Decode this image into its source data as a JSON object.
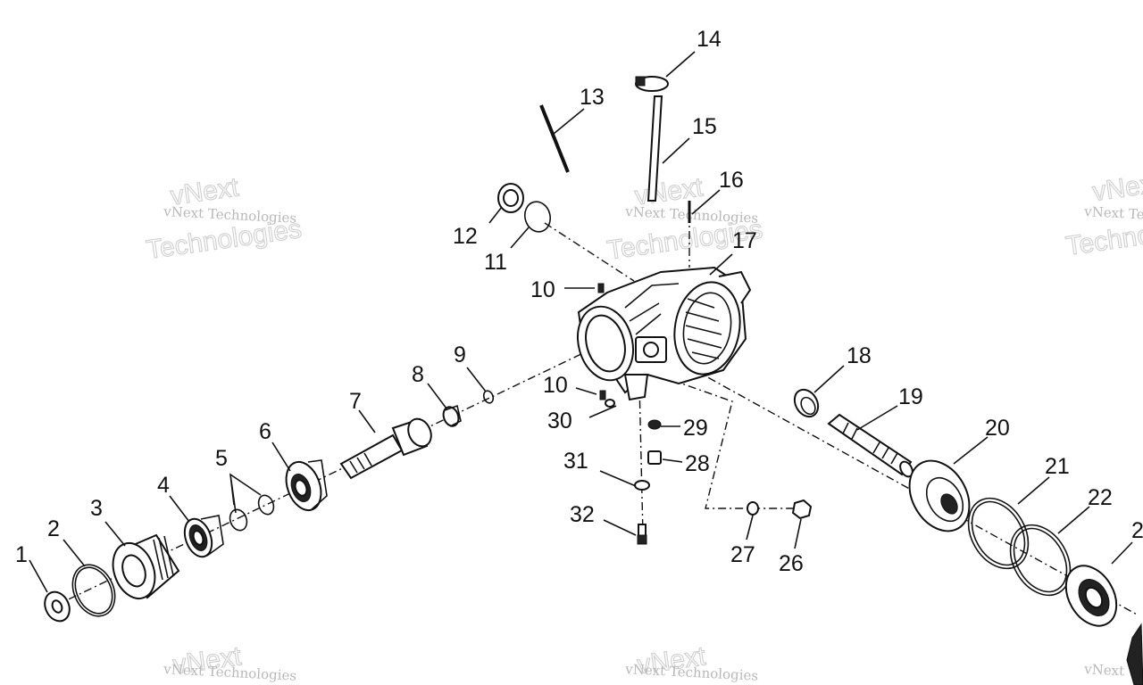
{
  "watermark": {
    "company": "vNext Technologies",
    "brand_top": "vNext",
    "brand_bottom": "Technologies",
    "clipped": "vNext Te"
  },
  "callouts": [
    {
      "id": "c1",
      "label": "1"
    },
    {
      "id": "c2",
      "label": "2"
    },
    {
      "id": "c3",
      "label": "3"
    },
    {
      "id": "c4",
      "label": "4"
    },
    {
      "id": "c5",
      "label": "5"
    },
    {
      "id": "c6",
      "label": "6"
    },
    {
      "id": "c7",
      "label": "7"
    },
    {
      "id": "c8",
      "label": "8"
    },
    {
      "id": "c9",
      "label": "9"
    },
    {
      "id": "c10a",
      "label": "10"
    },
    {
      "id": "c10b",
      "label": "10"
    },
    {
      "id": "c11",
      "label": "11"
    },
    {
      "id": "c12",
      "label": "12"
    },
    {
      "id": "c13",
      "label": "13"
    },
    {
      "id": "c14",
      "label": "14"
    },
    {
      "id": "c15",
      "label": "15"
    },
    {
      "id": "c16",
      "label": "16"
    },
    {
      "id": "c17",
      "label": "17"
    },
    {
      "id": "c18",
      "label": "18"
    },
    {
      "id": "c19",
      "label": "19"
    },
    {
      "id": "c20",
      "label": "20"
    },
    {
      "id": "c21",
      "label": "21"
    },
    {
      "id": "c22",
      "label": "22"
    },
    {
      "id": "c23",
      "label": "2"
    },
    {
      "id": "c26",
      "label": "26"
    },
    {
      "id": "c27",
      "label": "27"
    },
    {
      "id": "c28",
      "label": "28"
    },
    {
      "id": "c29",
      "label": "29"
    },
    {
      "id": "c30",
      "label": "30"
    },
    {
      "id": "c31",
      "label": "31"
    },
    {
      "id": "c32",
      "label": "32"
    }
  ]
}
